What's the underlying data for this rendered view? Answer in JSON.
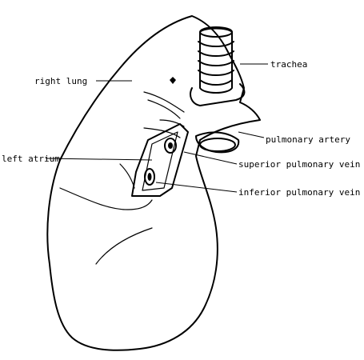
{
  "diagram": {
    "colors": {
      "ink": "#000000",
      "background": "#ffffff"
    },
    "labels": {
      "trachea": "trachea",
      "right_lung": "right lung",
      "pulmonary_artery": "pulmonary artery",
      "left_atrium": "left atrium",
      "superior_pulmonary_vein": "superior pulmonary vein",
      "inferior_pulmonary_vein": "inferior pulmonary vein"
    }
  }
}
